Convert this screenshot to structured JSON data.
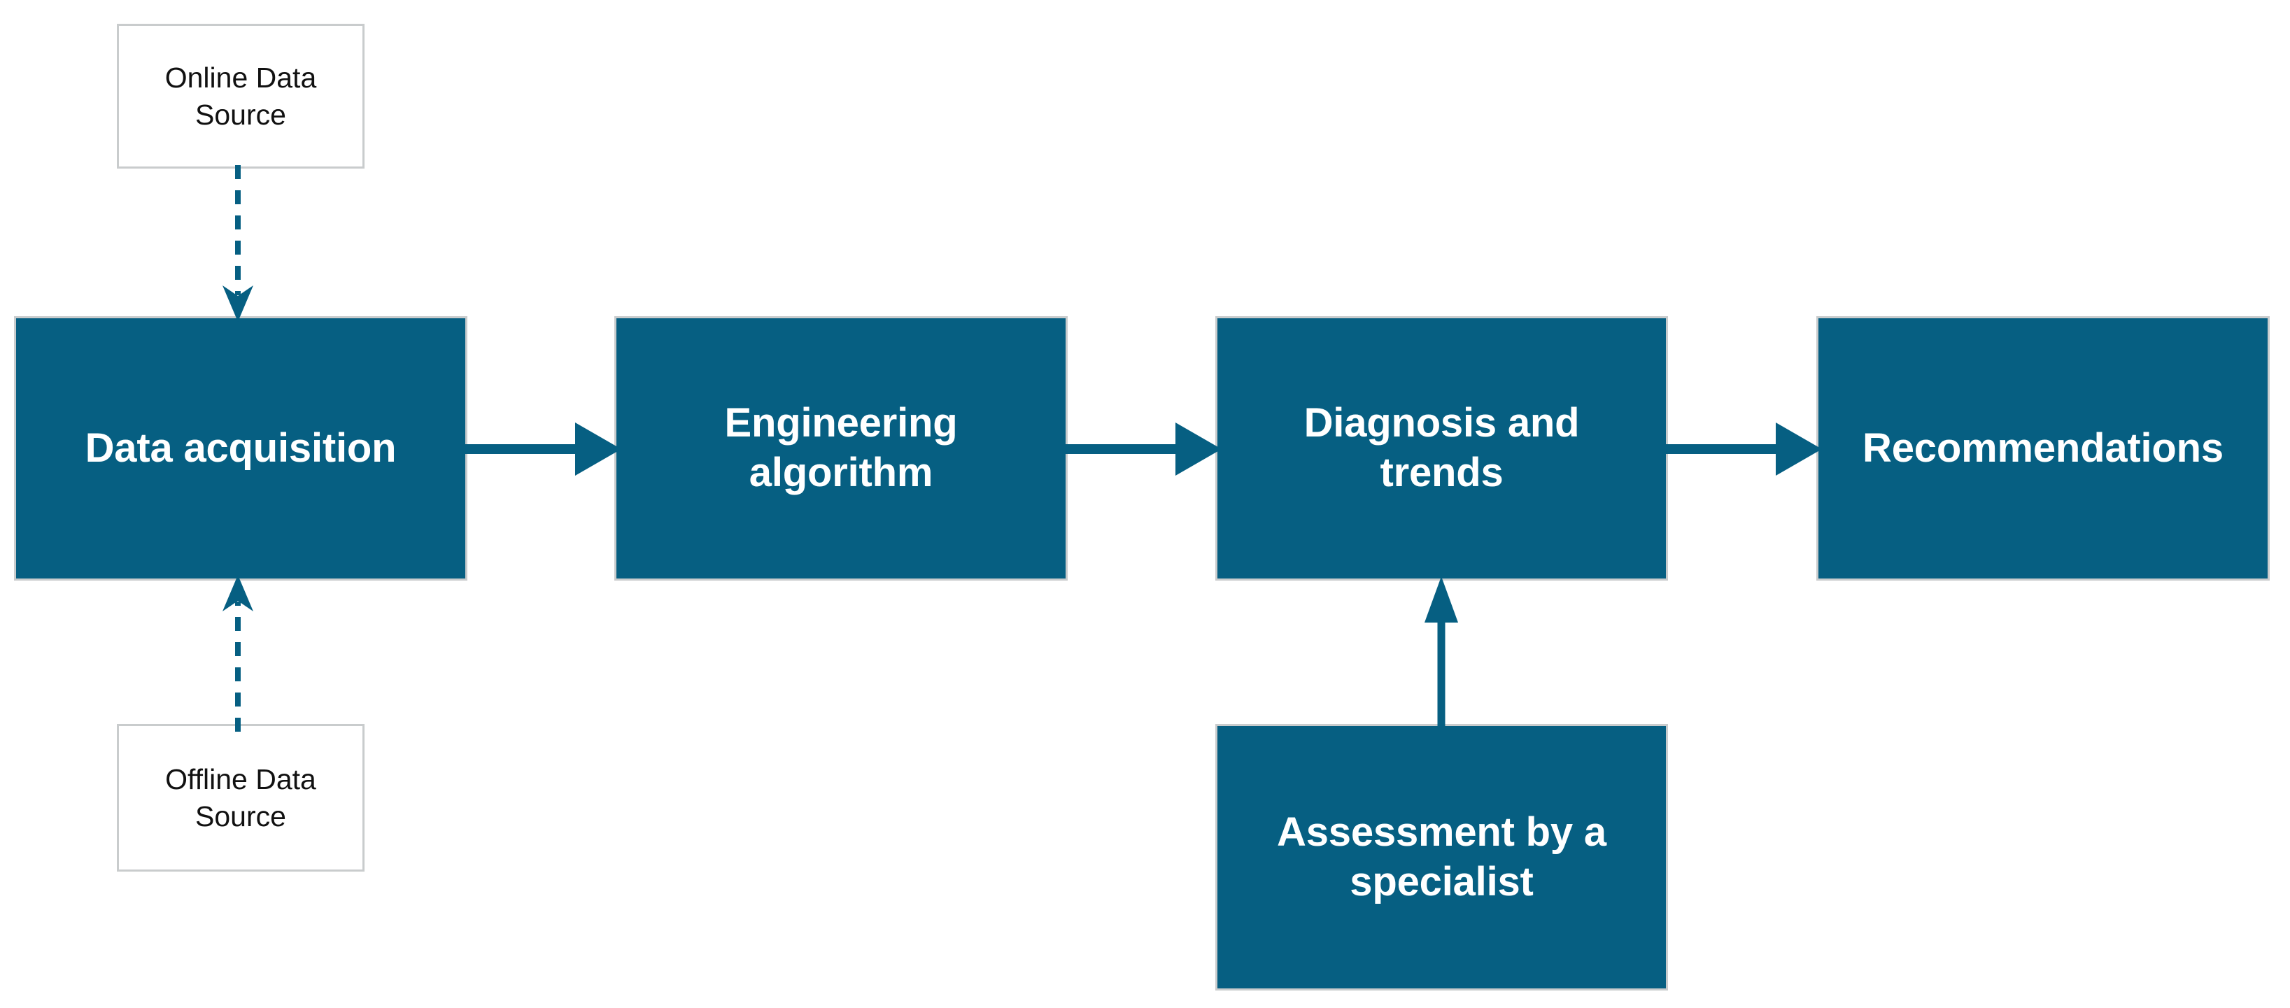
{
  "diagram": {
    "type": "flowchart",
    "title": "Condition monitoring data-to-recommendation process flow",
    "colors": {
      "process_fill": "#065f82",
      "process_text": "#ffffff",
      "source_fill": "#ffffff",
      "source_text": "#111111",
      "box_border": "#c9cccd",
      "connector": "#065f82",
      "background": "#ffffff"
    },
    "nodes": [
      {
        "id": "online-data-source",
        "label": "Online Data\nSource",
        "style": "outline",
        "shape": "rectangle"
      },
      {
        "id": "offline-data-source",
        "label": "Offline Data\nSource",
        "style": "outline",
        "shape": "rectangle"
      },
      {
        "id": "data-acquisition",
        "label": "Data acquisition",
        "style": "filled",
        "shape": "rectangle"
      },
      {
        "id": "engineering-algorithm",
        "label": "Engineering\nalgorithm",
        "style": "filled",
        "shape": "rectangle"
      },
      {
        "id": "diagnosis-and-trends",
        "label": "Diagnosis and\ntrends",
        "style": "filled",
        "shape": "rectangle"
      },
      {
        "id": "recommendations",
        "label": "Recommendations",
        "style": "filled",
        "shape": "rectangle"
      },
      {
        "id": "assessment-by-a-specialist",
        "label": "Assessment by a\nspecialist",
        "style": "filled",
        "shape": "rectangle"
      }
    ],
    "edges": [
      {
        "id": "online-to-acquisition",
        "from": "online-data-source",
        "to": "data-acquisition",
        "line": "dashed",
        "direction": "down",
        "arrowhead": "open-v"
      },
      {
        "id": "offline-to-acquisition",
        "from": "offline-data-source",
        "to": "data-acquisition",
        "line": "dashed",
        "direction": "up",
        "arrowhead": "open-v"
      },
      {
        "id": "acquisition-to-engineering",
        "from": "data-acquisition",
        "to": "engineering-algorithm",
        "line": "solid",
        "direction": "right",
        "arrowhead": "triangle"
      },
      {
        "id": "engineering-to-diagnosis",
        "from": "engineering-algorithm",
        "to": "diagnosis-and-trends",
        "line": "solid",
        "direction": "right",
        "arrowhead": "triangle"
      },
      {
        "id": "diagnosis-to-recommendations",
        "from": "diagnosis-and-trends",
        "to": "recommendations",
        "line": "solid",
        "direction": "right",
        "arrowhead": "triangle"
      },
      {
        "id": "assessment-to-diagnosis",
        "from": "assessment-by-a-specialist",
        "to": "diagnosis-and-trends",
        "line": "solid",
        "direction": "up",
        "arrowhead": "triangle"
      }
    ]
  }
}
